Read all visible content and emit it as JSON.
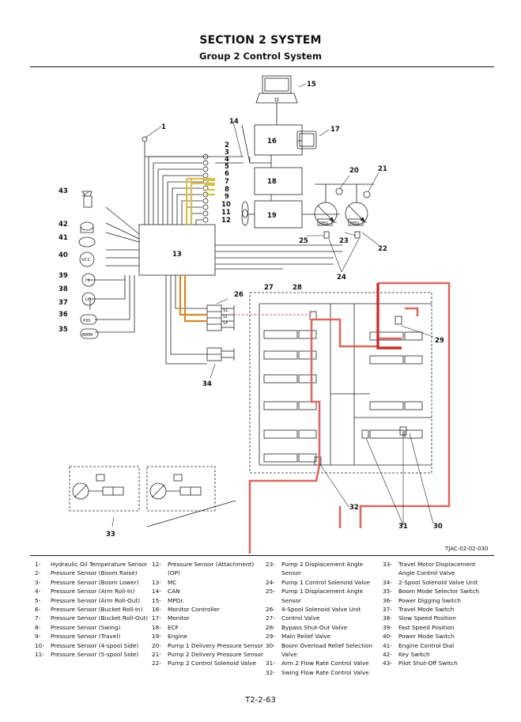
{
  "header": {
    "title": "SECTION 2 SYSTEM",
    "subtitle": "Group 2 Control System"
  },
  "figure_code": "TJAC-02-02-030",
  "page_number": "T2-2-63",
  "diagram": {
    "callouts": {
      "c1": "1",
      "c2": "2",
      "c3": "3",
      "c4": "4",
      "c5": "5",
      "c6": "6",
      "c7": "7",
      "c8": "8",
      "c9": "9",
      "c10": "10",
      "c11": "11",
      "c12": "12",
      "c13": "13",
      "c14": "14",
      "c15": "15",
      "c16": "16",
      "c17": "17",
      "c18": "18",
      "c19": "19",
      "c20": "20",
      "c21": "21",
      "c22": "22",
      "c23": "23",
      "c24": "24",
      "c25": "25",
      "c26": "26",
      "c27": "27",
      "c28": "28",
      "c29": "29",
      "c30": "30",
      "c31": "31",
      "c32": "32",
      "c33": "33",
      "c34": "34",
      "c35": "35",
      "c36": "36",
      "c37": "37",
      "c38": "38",
      "c39": "39",
      "c40": "40",
      "c41": "41",
      "c42": "42",
      "c43": "43"
    },
    "symbols": {
      "hi": "HI",
      "lo": "LO",
      "pd": "P/D",
      "bmm": "BMM",
      "vcc": "VCC",
      "sol_sc": "SC",
      "sol_si": "SI",
      "sol_sf": "SF",
      "reg": "REG"
    },
    "colors": {
      "pilot_red": "#d86a5f",
      "highlight_red": "#c92f2a",
      "pink_line": "#e98aa8",
      "yellow_line": "#d6c24a",
      "orange_line": "#d38a2a"
    }
  },
  "legend": {
    "col1": [
      {
        "n": "1-",
        "t": "Hydraulic Oil Temperature Sensor"
      },
      {
        "n": "2-",
        "t": "Pressure Sensor (Boom Raise)"
      },
      {
        "n": "3-",
        "t": "Pressure Sensor (Boom Lower)"
      },
      {
        "n": "4-",
        "t": "Pressure Sensor (Arm Roll-In)"
      },
      {
        "n": "5-",
        "t": "Pressure Sensor (Arm Roll-Out)"
      },
      {
        "n": "6-",
        "t": "Pressure Sensor (Bucket Roll-In)"
      },
      {
        "n": "7-",
        "t": "Pressure Sensor (Bucket Roll-Out)"
      },
      {
        "n": "8-",
        "t": "Pressure Sensor (Swing)"
      },
      {
        "n": "9-",
        "t": "Pressure Sensor (Travel)"
      },
      {
        "n": "10-",
        "t": "Pressure Sensor (4-spool Side)"
      },
      {
        "n": "11-",
        "t": "Pressure Sensor (5-spool Side)"
      }
    ],
    "col2": [
      {
        "n": "12-",
        "t": "Pressure Sensor (Attachment) (OP)"
      },
      {
        "n": "13-",
        "t": "MC"
      },
      {
        "n": "14-",
        "t": "CAN"
      },
      {
        "n": "15-",
        "t": "MPDr."
      },
      {
        "n": "16-",
        "t": "Monitor Controller"
      },
      {
        "n": "17-",
        "t": "Monitor"
      },
      {
        "n": "18-",
        "t": "ECF"
      },
      {
        "n": "19-",
        "t": "Engine"
      },
      {
        "n": "20-",
        "t": "Pump 1 Delivery Pressure Sensor"
      },
      {
        "n": "21-",
        "t": "Pump 2 Delivery Pressure Sensor"
      },
      {
        "n": "22-",
        "t": "Pump 2 Control Solenoid Valve"
      }
    ],
    "col3": [
      {
        "n": "23-",
        "t": "Pump 2 Displacement Angle Sensor"
      },
      {
        "n": "24-",
        "t": "Pump 1 Control Solenoid Valve"
      },
      {
        "n": "25-",
        "t": "Pump 1 Displacement Angle Sensor"
      },
      {
        "n": "26-",
        "t": "4-Spool Solenoid Valve Unit"
      },
      {
        "n": "27-",
        "t": "Control Valve"
      },
      {
        "n": "28-",
        "t": "Bypass Shut-Out Valve"
      },
      {
        "n": "29-",
        "t": "Main Relief Valve"
      },
      {
        "n": "30-",
        "t": "Boom Overload Relief Selection Valve"
      },
      {
        "n": "31-",
        "t": "Arm 2 Flow Rate Control Valve"
      },
      {
        "n": "32-",
        "t": "Swing Flow Rate Control Valve"
      }
    ],
    "col4": [
      {
        "n": "33-",
        "t": "Travel Motor Displacement Angle Control Valve"
      },
      {
        "n": "34-",
        "t": "2-Spool Solenoid Valve Unit"
      },
      {
        "n": "35-",
        "t": "Boom Mode Selector Switch"
      },
      {
        "n": "36-",
        "t": "Power Digging Switch"
      },
      {
        "n": "37-",
        "t": "Travel Mode Switch"
      },
      {
        "n": "38-",
        "t": "Slow Speed Position"
      },
      {
        "n": "39-",
        "t": "Fast Speed Position"
      },
      {
        "n": "40-",
        "t": "Power Mode Switch"
      },
      {
        "n": "41-",
        "t": "Engine Control Dial"
      },
      {
        "n": "42-",
        "t": "Key Switch"
      },
      {
        "n": "43-",
        "t": "Pilot Shut-Off Switch"
      }
    ]
  }
}
